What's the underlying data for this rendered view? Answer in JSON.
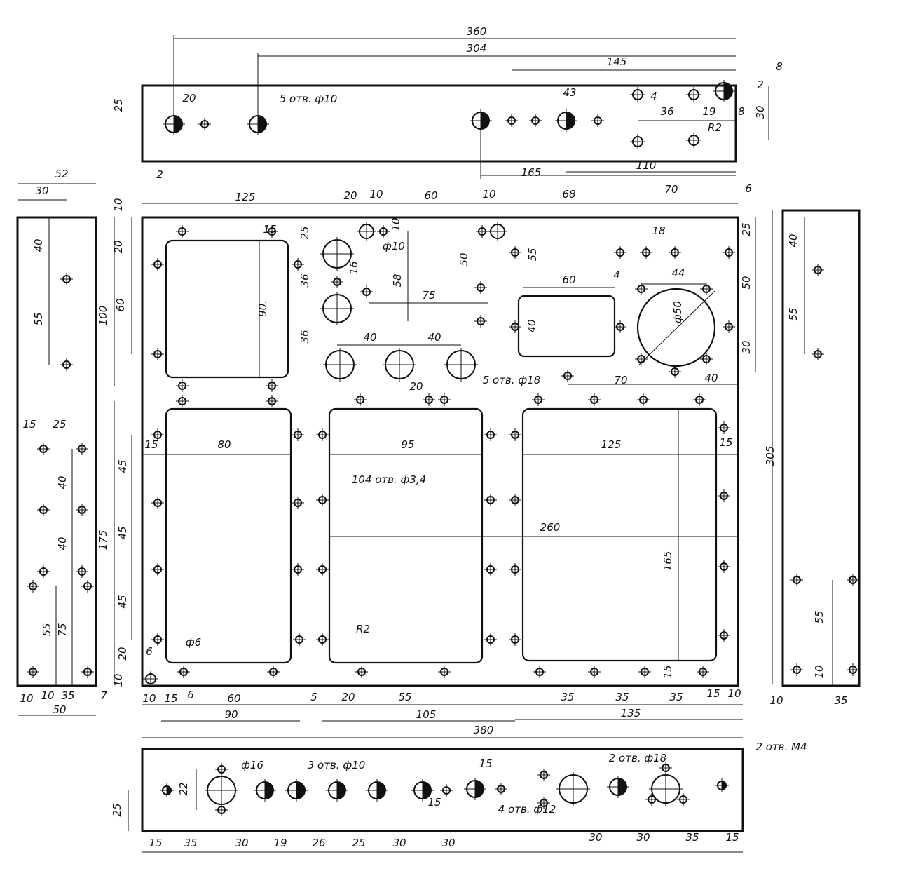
{
  "title": "Chassis sheet-metal drawing with hole dimensions",
  "labels": [
    "360",
    "304",
    "145",
    "8",
    "25",
    "20",
    "5 отв. ф10",
    "43",
    "4",
    "36",
    "19",
    "8",
    "30",
    "2",
    "R2",
    "165",
    "110",
    "2",
    "52",
    "30",
    "40",
    "55",
    "15",
    "25",
    "40",
    "40",
    "55",
    "75",
    "10",
    "10",
    "35",
    "7",
    "50",
    "125",
    "20",
    "10",
    "60",
    "10",
    "68",
    "70",
    "6",
    "10",
    "20",
    "60",
    "100",
    "15",
    "25",
    "ф10",
    "10",
    "16",
    "50",
    "55",
    "18",
    "25",
    "40",
    "90.",
    "36",
    "58",
    "75",
    "60",
    "4",
    "44",
    "ф50",
    "50",
    "55",
    "40",
    "36",
    "40",
    "40",
    "5 отв. ф18",
    "20",
    "70",
    "30",
    "40",
    "15",
    "80",
    "95",
    "125",
    "15",
    "45",
    "175",
    "104 отв. ф3,4",
    "45",
    "260",
    "305",
    "165",
    "45",
    "R2",
    "ф6",
    "20",
    "6",
    "10",
    "15",
    "55",
    "10",
    "10",
    "35",
    "10",
    "15",
    "6",
    "60",
    "5",
    "20",
    "55",
    "35",
    "35",
    "35",
    "15",
    "10",
    "90",
    "105",
    "135",
    "380",
    "ф16",
    "3 отв. ф10",
    "15",
    "2 отв. ф18",
    "2 отв. М4",
    "22",
    "25",
    "15",
    "4 отв. ф12",
    "15",
    "35",
    "30",
    "19",
    "26",
    "25",
    "30",
    "30",
    "30",
    "30",
    "35",
    "15"
  ]
}
